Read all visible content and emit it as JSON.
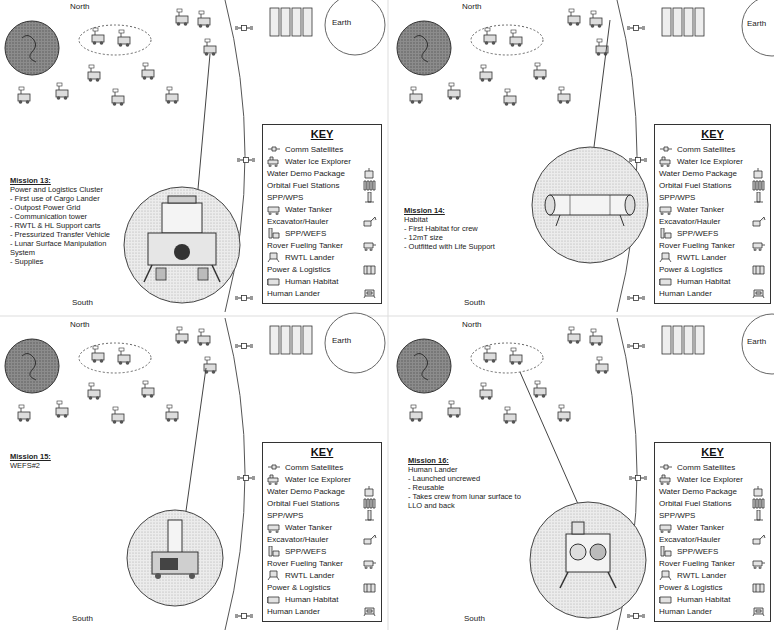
{
  "diagram": {
    "labels": [
      "North",
      "Earth",
      "Mission 13:",
      "Power and Logistics Cluster",
      "- First use of Cargo Lander",
      "- Outpost Power Grid",
      "- Communication tower",
      "- RWTL & HL Support carts",
      "- Pressurized Transfer Vehicle",
      "- Lunar Surface Manipulation System",
      "- Supplies",
      "South",
      "KEY",
      "North",
      "Earth",
      "Mission 14:",
      "Habitat",
      "- First Habitat for crew",
      "- 12mT size",
      "- Outfitted with Life Support",
      "South",
      "KEY",
      "North",
      "Earth",
      "Mission 15:",
      "WEFS#2",
      "South",
      "KEY",
      "North",
      "Earth",
      "Mission 16:",
      "Human Lander",
      "- Launched uncrewed",
      "- Reusable",
      "- Takes crew from lunar surface to LLO and back",
      "South",
      "KEY"
    ],
    "legend": [
      {
        "text": "Comm Satellites"
      },
      {
        "text": "Water Ice Explorer"
      },
      {
        "text": "Water Demo Package"
      },
      {
        "text": "Orbital Fuel Stations"
      },
      {
        "text": "SPP/WPS"
      },
      {
        "text": "Water Tanker"
      },
      {
        "text": "Excavator/Hauler"
      },
      {
        "text": "SPP/WEFS"
      },
      {
        "text": "Rover Fueling Tanker"
      },
      {
        "text": "RWTL Lander"
      },
      {
        "text": "Power & Logistics"
      },
      {
        "text": "Human Habitat"
      },
      {
        "text": "Human Lander"
      },
      {
        "text": "Comm Satellites"
      },
      {
        "text": "Water Ice Explorer"
      },
      {
        "text": "Water Demo Package"
      },
      {
        "text": "Orbital Fuel Stations"
      },
      {
        "text": "SPP/WPS"
      },
      {
        "text": "Water Tanker"
      },
      {
        "text": "Excavator/Hauler"
      },
      {
        "text": "SPP/WEFS"
      },
      {
        "text": "Rover Fueling Tanker"
      },
      {
        "text": "RWTL Lander"
      },
      {
        "text": "Power & Logistics"
      },
      {
        "text": "Human Habitat"
      },
      {
        "text": "Human Lander"
      },
      {
        "text": "Comm Satellites"
      },
      {
        "text": "Water Ice Explorer"
      },
      {
        "text": "Water Demo Package"
      },
      {
        "text": "Orbital Fuel Stations"
      },
      {
        "text": "SPP/WPS"
      },
      {
        "text": "Water Tanker"
      },
      {
        "text": "Excavator/Hauler"
      },
      {
        "text": "SPP/WEFS"
      },
      {
        "text": "Rover Fueling Tanker"
      },
      {
        "text": "RWTL Lander"
      },
      {
        "text": "Power & Logistics"
      },
      {
        "text": "Human Habitat"
      },
      {
        "text": "Human Lander"
      },
      {
        "text": "Comm Satellites"
      },
      {
        "text": "Water Ice Explorer"
      },
      {
        "text": "Water Demo Package"
      },
      {
        "text": "Orbital Fuel Stations"
      },
      {
        "text": "SPP/WPS"
      },
      {
        "text": "Water Tanker"
      },
      {
        "text": "Excavator/Hauler"
      },
      {
        "text": "SPP/WEFS"
      },
      {
        "text": "Rover Fueling Tanker"
      },
      {
        "text": "RWTL Lander"
      },
      {
        "text": "Power & Logistics"
      },
      {
        "text": "Human Habitat"
      },
      {
        "text": "Human Lander"
      }
    ]
  }
}
